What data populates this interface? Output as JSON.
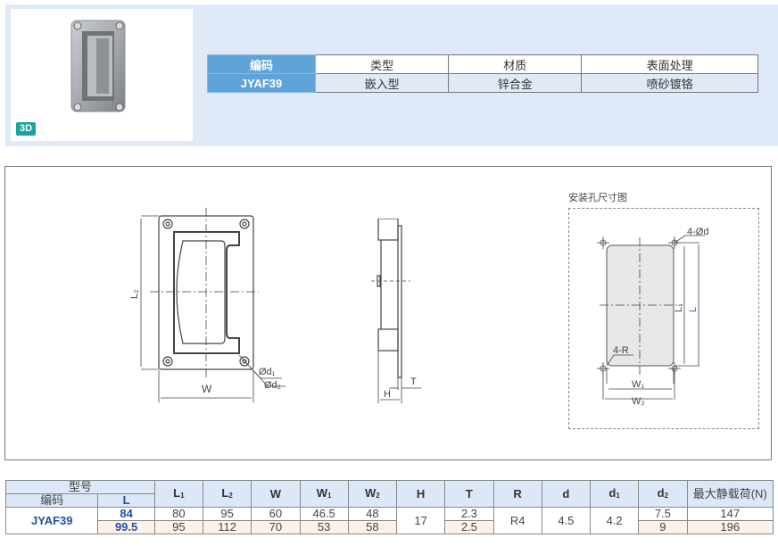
{
  "product": {
    "badge_3d": "3D",
    "info_table": {
      "headers": [
        "编码",
        "类型",
        "材质",
        "表面处理"
      ],
      "values": [
        "JYAF39",
        "嵌入型",
        "锌合金",
        "喷砂镀铬"
      ]
    }
  },
  "drawing": {
    "front_view": {
      "height_label": "L2",
      "width_label": "W",
      "hole1_label": "Ød1",
      "hole2_label": "Ød2"
    },
    "side_view": {
      "h_label": "H",
      "t_label": "T"
    },
    "mount_view": {
      "title": "安装孔尺寸图",
      "hole_label": "4-Ød",
      "radius_label": "4-R",
      "l1_label": "L1",
      "l_label": "L",
      "w1_label": "W1",
      "w2_label": "W2"
    }
  },
  "spec_table": {
    "group_header": "型号",
    "code_header": "编码",
    "l_header": "L",
    "columns": [
      "L1",
      "L2",
      "W",
      "W1",
      "W2",
      "H",
      "T",
      "R",
      "d",
      "d1",
      "d2",
      "最大静载荷(N)"
    ],
    "code": "JYAF39",
    "rows": [
      {
        "L": "84",
        "L1": "80",
        "L2": "95",
        "W": "60",
        "W1": "46.5",
        "W2": "48",
        "T": "2.3",
        "d2": "7.5",
        "load": "147"
      },
      {
        "L": "99.5",
        "L1": "95",
        "L2": "112",
        "W": "70",
        "W1": "53",
        "W2": "58",
        "T": "2.5",
        "d2": "9",
        "load": "196"
      }
    ],
    "shared": {
      "H": "17",
      "R": "R4",
      "d": "4.5",
      "d1": "4.2"
    }
  },
  "colors": {
    "key_blue": "#5fa3d9",
    "panel_bg": "#dfe9f7",
    "badge_teal": "#1aa39a",
    "value_blue": "#1f4fa8",
    "row_pink": "#fdf1ec"
  }
}
